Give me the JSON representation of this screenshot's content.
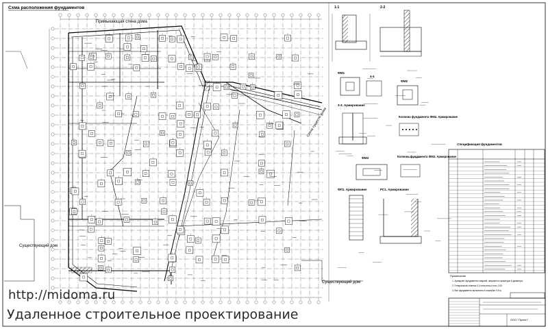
{
  "drawing": {
    "title": "Схма расположения фундаментов",
    "labels": {
      "adjacent_wall": "Примыкающая стена дома",
      "existing_house_left": "Существующий дом",
      "existing_house_bottom": "Существующий дом",
      "adjacent_wall_right": "Стена существ. дома"
    },
    "sections": [
      {
        "id": "s11",
        "label": "1-1"
      },
      {
        "id": "s22",
        "label": "2-2"
      },
      {
        "id": "s33",
        "label": "3-3. Армирование"
      },
      {
        "id": "s44",
        "label": "4-4"
      },
      {
        "id": "fm1",
        "label": "ФМ1"
      },
      {
        "id": "fm2",
        "label": "ФМ2"
      },
      {
        "id": "fm3",
        "label": "ФМ3"
      },
      {
        "id": "fm2col",
        "label": "Колонна фундамента ФМ2. Армирование"
      },
      {
        "id": "fm3col",
        "label": "Колонна фундамента ФМ3. Армирование"
      },
      {
        "id": "fl1",
        "label": "ФЛ1. Армирование"
      },
      {
        "id": "rs1",
        "label": "РС1. Армирование"
      }
    ],
    "spec_title": "Спецификация фундаментов",
    "notes_title": "Примечание",
    "notes": [
      "1.  Армируют фундаменты сваркой, сварные из арматуры 8 диаметра.",
      "2.  Генеральная отметка 0,0 относится к отм. 0.00.",
      "3.  Все фундаменты выполнить в опалубке 0.5 м."
    ],
    "stamp_company": "ООО \"Проект\""
  },
  "watermark": {
    "url": "http://midoma.ru",
    "tagline": "Удаленное строительное проектирование"
  }
}
